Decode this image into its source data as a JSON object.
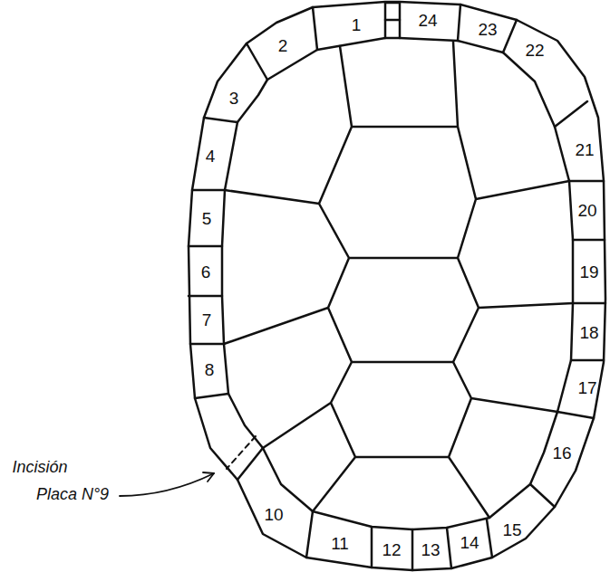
{
  "diagram": {
    "labels": [
      "1",
      "2",
      "3",
      "4",
      "5",
      "6",
      "7",
      "8",
      "10",
      "11",
      "12",
      "13",
      "14",
      "15",
      "16",
      "17",
      "18",
      "19",
      "20",
      "21",
      "22",
      "23",
      "24",
      "Incisión",
      "Placa N°9"
    ]
  }
}
